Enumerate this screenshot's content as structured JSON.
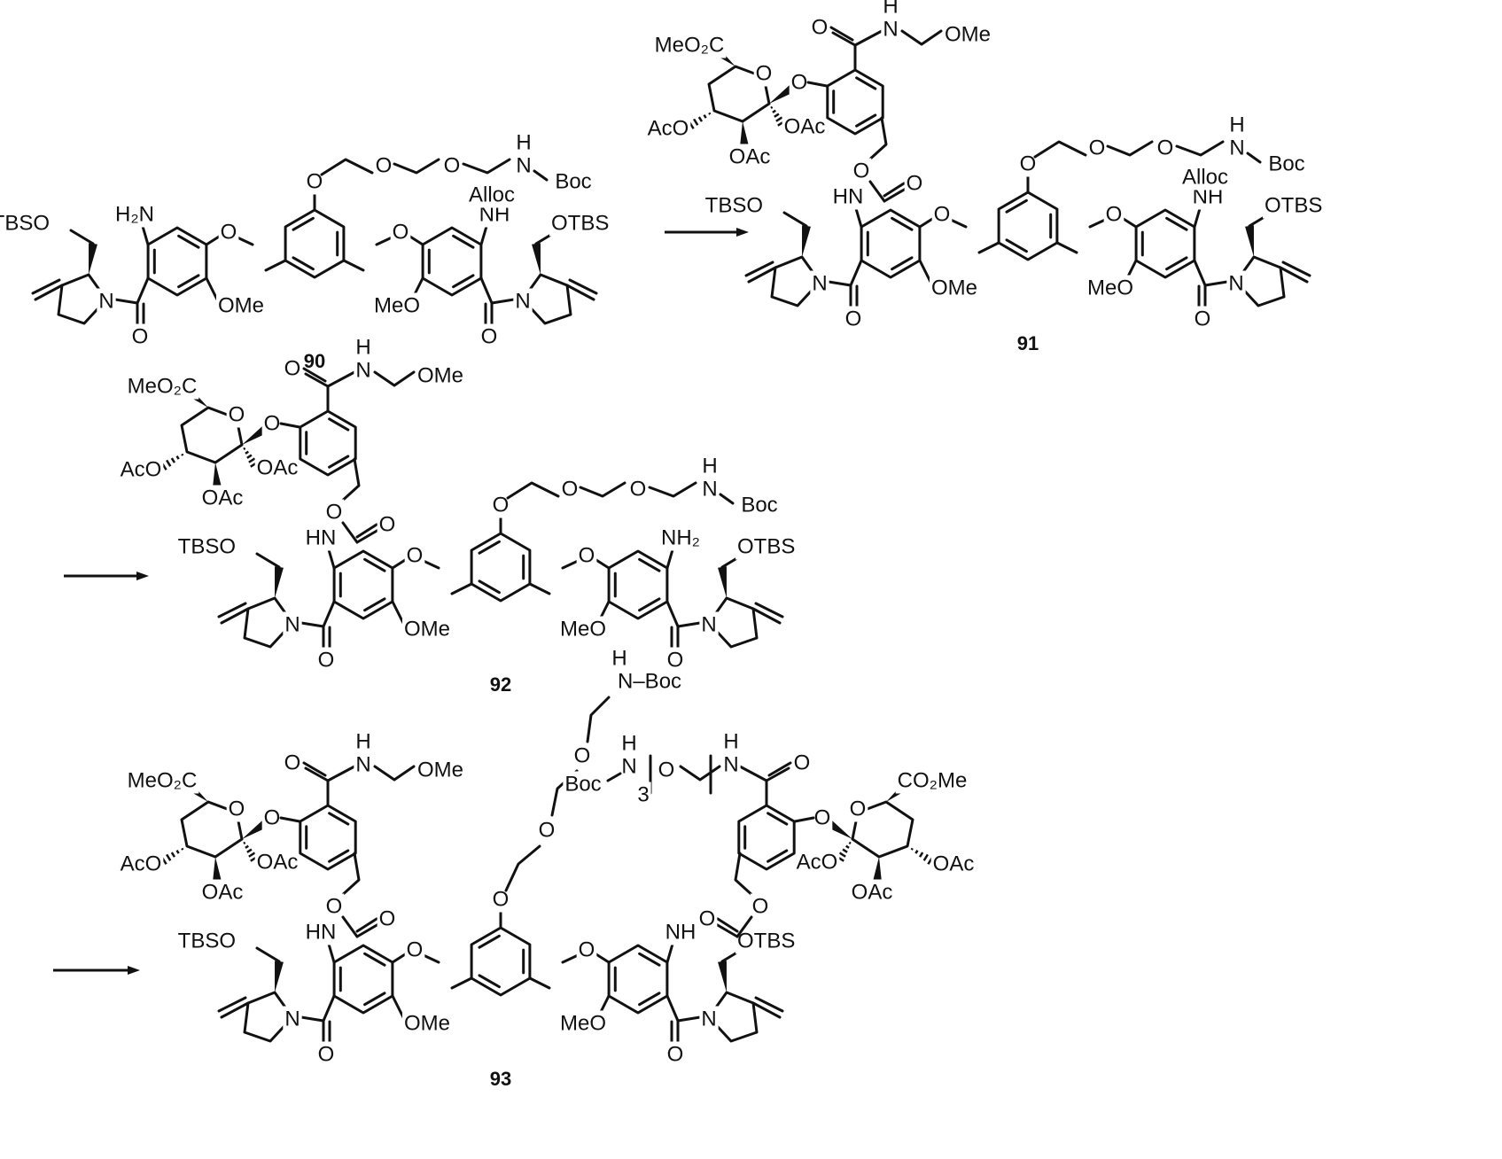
{
  "compounds": [
    {
      "id": "90",
      "ox": 0,
      "oy": 0,
      "label": "90",
      "variant": "c90"
    },
    {
      "id": "91",
      "ox": 900,
      "oy": -40,
      "label": "91",
      "variant": "c91"
    },
    {
      "id": "92",
      "ox": 390,
      "oy": 360,
      "label": "92",
      "variant": "c92"
    },
    {
      "id": "93",
      "ox": 390,
      "oy": 810,
      "label": "93",
      "variant": "c93"
    }
  ],
  "arrows": [
    {
      "name": "reaction-arrow-1"
    },
    {
      "name": "reaction-arrow-2"
    },
    {
      "name": "reaction-arrow-3"
    }
  ],
  "labels": {
    "tbso": "TBSO",
    "otbs": "OTBS",
    "h2n": "H₂N",
    "nh2": "NH₂",
    "nh": "NH",
    "hn": "HN",
    "alloc": "Alloc",
    "ome": "OMe",
    "meo": "MeO",
    "n": "N",
    "o": "O",
    "h": "H",
    "boc": "Boc",
    "nboc": "N–Boc",
    "meo2c": "MeO₂C",
    "co2me": "CO₂Me",
    "aco": "AcO",
    "oac": "OAc",
    "sub3": "3"
  }
}
